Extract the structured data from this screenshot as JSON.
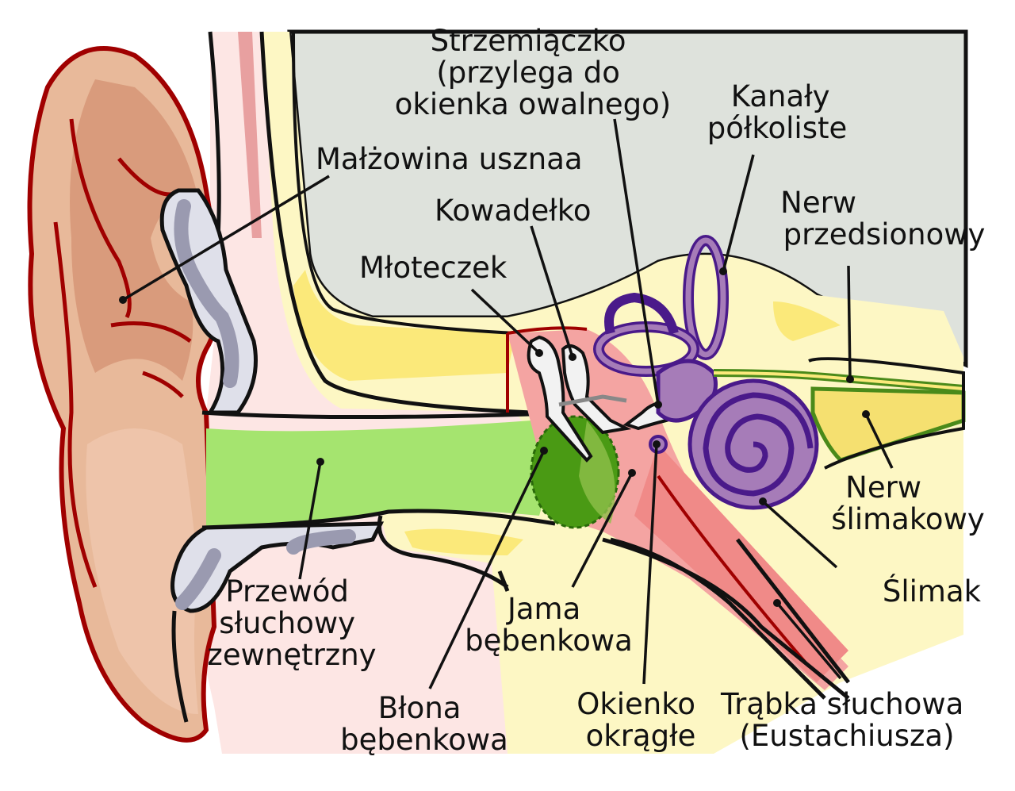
{
  "colors": {
    "bone": "#dee2dc",
    "bone_yellow": "#fdf7c4",
    "yellow": "#fbe97a",
    "skin_pink": "#fde6e4",
    "skin_tan": "#e8b99a",
    "skin_dark": "#d99b7c",
    "outline_red": "#a00000",
    "canal_green": "#8fd866",
    "membrane_green": "#4a9a14",
    "tube_red": "#f08a88",
    "purple": "#a67cb8",
    "purple_dark": "#4a1a8a",
    "nerve_green": "#4a8a1a",
    "cartilage_gray": "#9a9ab0",
    "ossicle_white": "#f2f2f2"
  },
  "labels": {
    "strzemiaczko": [
      "Strzemiączko",
      "(przylega do",
      "okienka owalnego)"
    ],
    "kanaly": [
      "Kanały",
      "półkoliste"
    ],
    "malzowina": [
      "Małżowina usznaa"
    ],
    "kowadelko": [
      "Kowadełko"
    ],
    "nerw_przedsionowy": [
      "Nerw",
      "przedsionowy"
    ],
    "mloteczek": [
      "Młoteczek"
    ],
    "nerw_slimakowy": [
      "Nerw",
      "ślimakowy"
    ],
    "przewod": [
      "Przewód",
      "słuchowy",
      "zewnętrzny"
    ],
    "jama": [
      "Jama",
      "bębenkowa"
    ],
    "slimak": [
      "Ślimak"
    ],
    "blona": [
      "Błona",
      "bębenkowa"
    ],
    "okienko": [
      "Okienko",
      "okrągłe"
    ],
    "trabka": [
      "Trąbka słuchowa",
      "(Eustachiusza)"
    ]
  },
  "icons": [
    "ear-anatomy-diagram"
  ]
}
